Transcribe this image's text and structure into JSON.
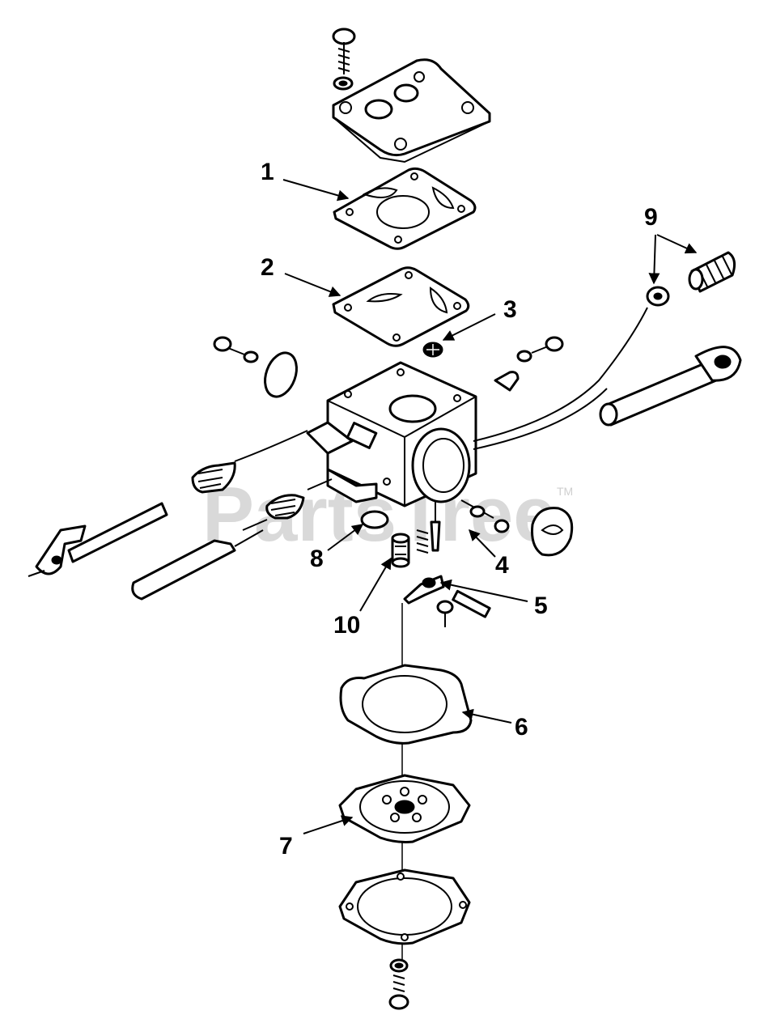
{
  "watermark": {
    "text": "PartsTree",
    "tm": "TM"
  },
  "callouts": [
    {
      "id": "1",
      "label": "1"
    },
    {
      "id": "2",
      "label": "2"
    },
    {
      "id": "3",
      "label": "3"
    },
    {
      "id": "4",
      "label": "4"
    },
    {
      "id": "5",
      "label": "5"
    },
    {
      "id": "6",
      "label": "6"
    },
    {
      "id": "7",
      "label": "7"
    },
    {
      "id": "8",
      "label": "8"
    },
    {
      "id": "9",
      "label": "9"
    },
    {
      "id": "10",
      "label": "10"
    }
  ],
  "colors": {
    "ink": "#000000",
    "paper": "#ffffff",
    "watermark": "#d9d9d9"
  }
}
